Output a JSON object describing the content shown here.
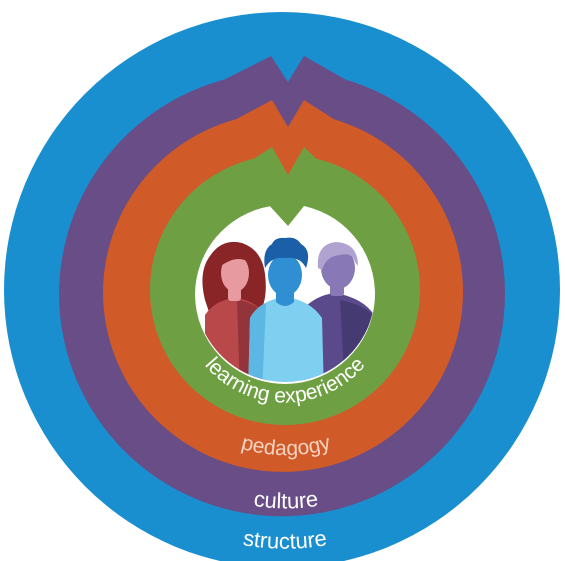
{
  "rings": [
    {
      "id": "structure",
      "label": "structure",
      "color": "#1a8fd0"
    },
    {
      "id": "culture",
      "label": "culture",
      "color": "#684d87"
    },
    {
      "id": "pedagogy",
      "label": "pedagogy",
      "color": "#d05a28"
    },
    {
      "id": "learning-experience",
      "label": "learning experience",
      "color": "#6ea043"
    }
  ],
  "center": {
    "background": "#ffffff",
    "people": [
      {
        "id": "left-person",
        "hair": "#8a2527",
        "skin": "#e79ba0",
        "shirt": "#b9484b",
        "shirt_shade": "#93343a"
      },
      {
        "id": "middle-person",
        "hair": "#1a5fa8",
        "skin": "#2f8fd2",
        "shirt": "#7fd0f0",
        "shirt_shade": "#5cb8e3"
      },
      {
        "id": "right-person",
        "hair": "#b0a3cf",
        "skin": "#8878b6",
        "shirt": "#5a4a8b",
        "shirt_shade": "#463a73"
      }
    ]
  }
}
